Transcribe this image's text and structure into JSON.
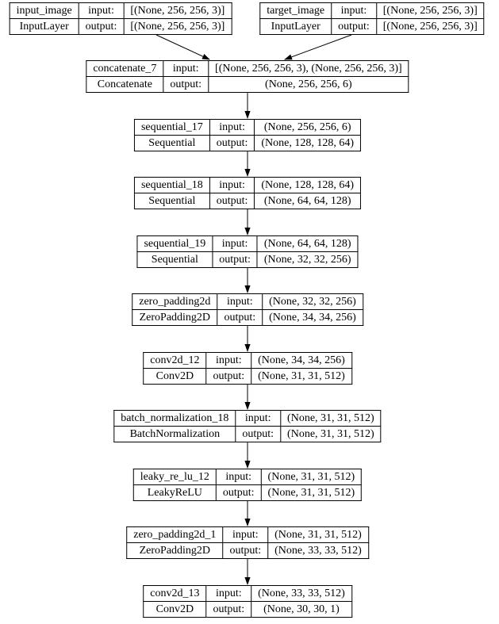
{
  "diagram": {
    "kind": "keras-model-plot",
    "labels": {
      "input": "input:",
      "output": "output:"
    },
    "colors": {
      "background": "#ffffff",
      "border": "#000000",
      "text": "#000000",
      "edge": "#000000"
    },
    "nodes": [
      {
        "id": "input_image",
        "name": "input_image",
        "type": "InputLayer",
        "input": "[(None, 256, 256, 3)]",
        "output": "[(None, 256, 256, 3)]"
      },
      {
        "id": "target_image",
        "name": "target_image",
        "type": "InputLayer",
        "input": "[(None, 256, 256, 3)]",
        "output": "[(None, 256, 256, 3)]"
      },
      {
        "id": "concatenate_7",
        "name": "concatenate_7",
        "type": "Concatenate",
        "input": "[(None, 256, 256, 3), (None, 256, 256, 3)]",
        "output": "(None, 256, 256, 6)"
      },
      {
        "id": "sequential_17",
        "name": "sequential_17",
        "type": "Sequential",
        "input": "(None, 256, 256, 6)",
        "output": "(None, 128, 128, 64)"
      },
      {
        "id": "sequential_18",
        "name": "sequential_18",
        "type": "Sequential",
        "input": "(None, 128, 128, 64)",
        "output": "(None, 64, 64, 128)"
      },
      {
        "id": "sequential_19",
        "name": "sequential_19",
        "type": "Sequential",
        "input": "(None, 64, 64, 128)",
        "output": "(None, 32, 32, 256)"
      },
      {
        "id": "zero_padding2d",
        "name": "zero_padding2d",
        "type": "ZeroPadding2D",
        "input": "(None, 32, 32, 256)",
        "output": "(None, 34, 34, 256)"
      },
      {
        "id": "conv2d_12",
        "name": "conv2d_12",
        "type": "Conv2D",
        "input": "(None, 34, 34, 256)",
        "output": "(None, 31, 31, 512)"
      },
      {
        "id": "batch_normalization_18",
        "name": "batch_normalization_18",
        "type": "BatchNormalization",
        "input": "(None, 31, 31, 512)",
        "output": "(None, 31, 31, 512)"
      },
      {
        "id": "leaky_re_lu_12",
        "name": "leaky_re_lu_12",
        "type": "LeakyReLU",
        "input": "(None, 31, 31, 512)",
        "output": "(None, 31, 31, 512)"
      },
      {
        "id": "zero_padding2d_1",
        "name": "zero_padding2d_1",
        "type": "ZeroPadding2D",
        "input": "(None, 31, 31, 512)",
        "output": "(None, 33, 33, 512)"
      },
      {
        "id": "conv2d_13",
        "name": "conv2d_13",
        "type": "Conv2D",
        "input": "(None, 33, 33, 512)",
        "output": "(None, 30, 30, 1)"
      }
    ],
    "edges": [
      {
        "from": "input_image",
        "to": "concatenate_7"
      },
      {
        "from": "target_image",
        "to": "concatenate_7"
      },
      {
        "from": "concatenate_7",
        "to": "sequential_17"
      },
      {
        "from": "sequential_17",
        "to": "sequential_18"
      },
      {
        "from": "sequential_18",
        "to": "sequential_19"
      },
      {
        "from": "sequential_19",
        "to": "zero_padding2d"
      },
      {
        "from": "zero_padding2d",
        "to": "conv2d_12"
      },
      {
        "from": "conv2d_12",
        "to": "batch_normalization_18"
      },
      {
        "from": "batch_normalization_18",
        "to": "leaky_re_lu_12"
      },
      {
        "from": "leaky_re_lu_12",
        "to": "zero_padding2d_1"
      },
      {
        "from": "zero_padding2d_1",
        "to": "conv2d_13"
      }
    ]
  }
}
